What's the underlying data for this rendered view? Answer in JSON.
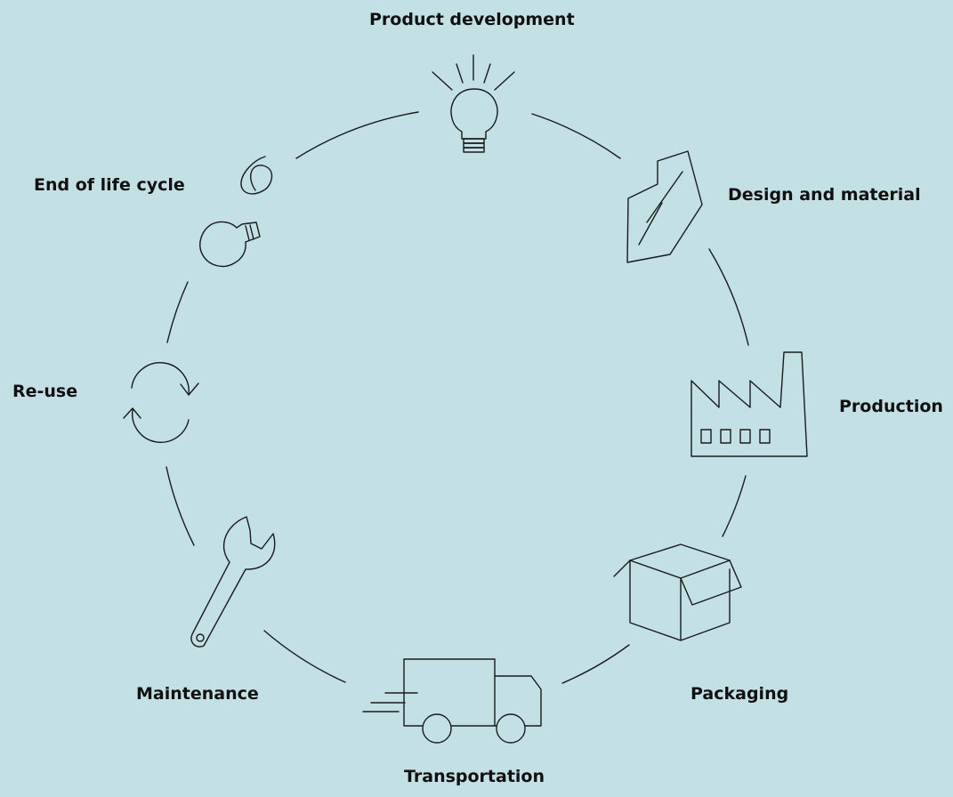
{
  "stages": [
    {
      "id": "product-development",
      "label": "Product development",
      "icon": "lightbulb-icon"
    },
    {
      "id": "design-and-material",
      "label": "Design and material",
      "icon": "material-sheet-icon"
    },
    {
      "id": "production",
      "label": "Production",
      "icon": "factory-icon"
    },
    {
      "id": "packaging",
      "label": "Packaging",
      "icon": "box-icon"
    },
    {
      "id": "transportation",
      "label": "Transportation",
      "icon": "truck-icon"
    },
    {
      "id": "maintenance",
      "label": "Maintenance",
      "icon": "wrench-icon"
    },
    {
      "id": "re-use",
      "label": "Re-use",
      "icon": "cycle-arrows-icon"
    },
    {
      "id": "end-of-life-cycle",
      "label": "End of life cycle",
      "icon": "broken-bulb-icon"
    }
  ],
  "colors": {
    "background": "#c3e0e5",
    "stroke": "#1a1a1a",
    "text": "#111111"
  }
}
